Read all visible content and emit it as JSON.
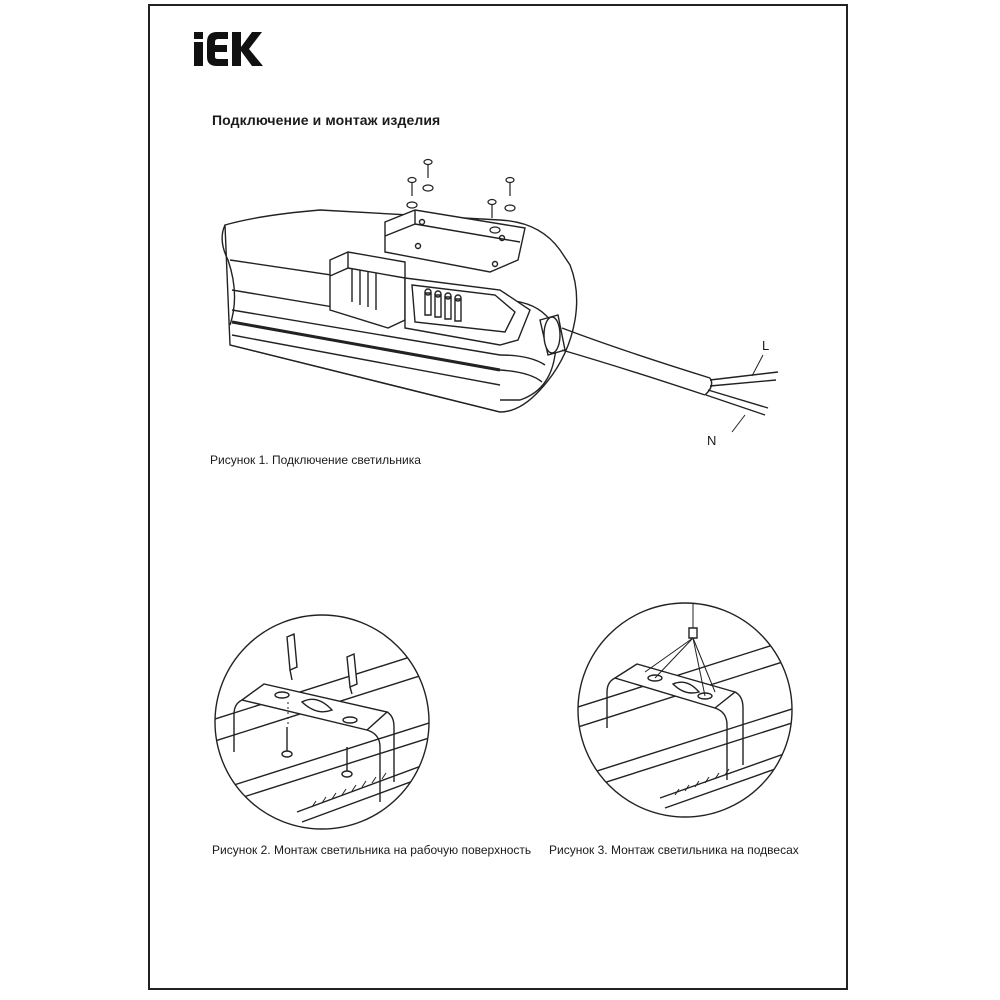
{
  "brand": {
    "logo_text": "IEK"
  },
  "section_title": "Подключение и монтаж изделия",
  "figure1": {
    "caption_prefix": "Рисунок",
    "caption_number": "1.",
    "caption_text": "Подключение светильника",
    "wire_labels": {
      "live": "L",
      "neutral": "N"
    }
  },
  "figure2": {
    "caption_prefix": "Рисунок",
    "caption_number": "2.",
    "caption_text": "Монтаж светильника на рабочую поверхность"
  },
  "figure3": {
    "caption_prefix": "Рисунок",
    "caption_number": "3.",
    "caption_text": "Монтаж светильника на подвесах"
  }
}
